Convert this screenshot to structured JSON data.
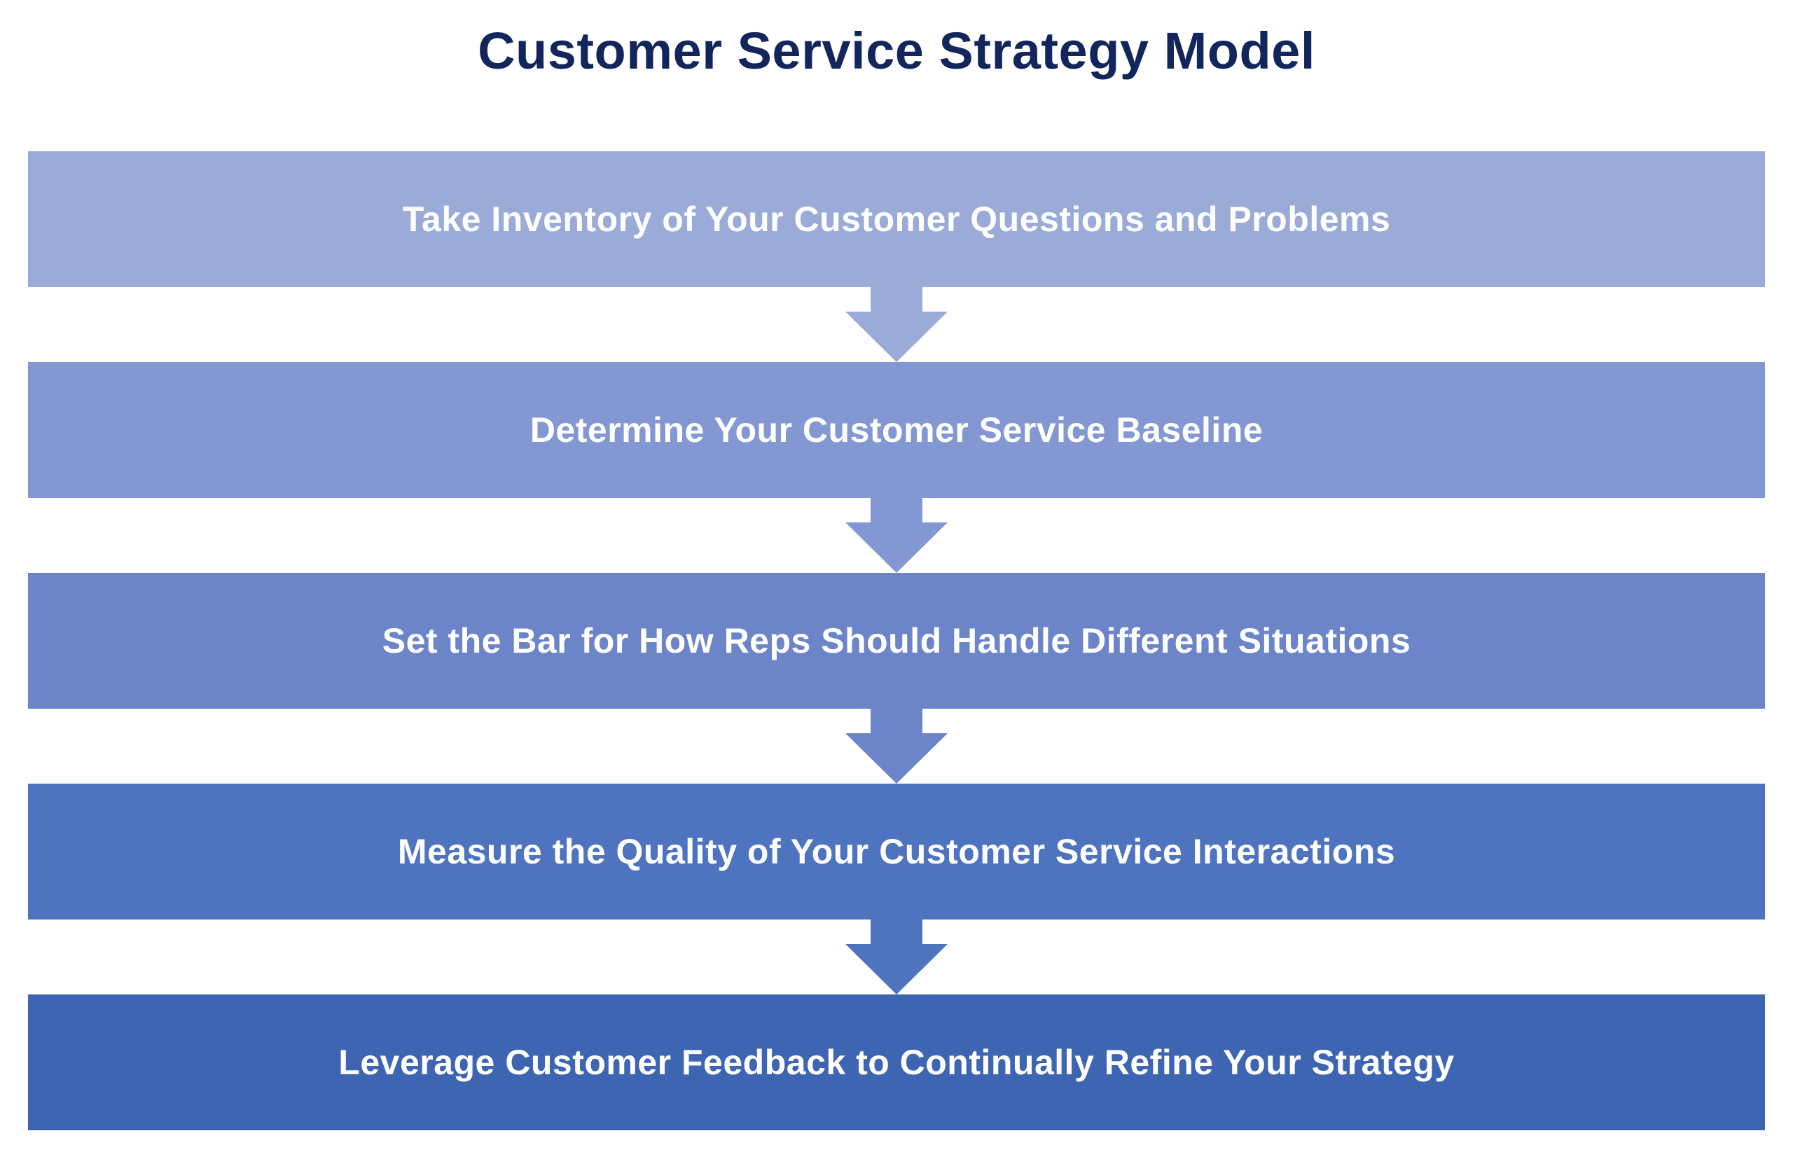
{
  "title": {
    "text": "Customer Service Strategy Model",
    "color": "#13265B"
  },
  "colors": {
    "background": "#FFFFFF",
    "step_text": "#FFFFFF"
  },
  "steps": [
    {
      "label": "Take Inventory of Your Customer Questions and Problems",
      "color": "#9BABD7"
    },
    {
      "label": "Determine Your Customer Service Baseline",
      "color": "#8398D2"
    },
    {
      "label": "Set the Bar for How Reps Should Handle Different Situations",
      "color": "#6B85C8"
    },
    {
      "label": "Measure the Quality of Your Customer Service Interactions",
      "color": "#4E73BF"
    },
    {
      "label": "Leverage Customer Feedback to Continually Refine Your Strategy",
      "color": "#3D65B2"
    }
  ],
  "arrows": [
    {
      "direction": "down",
      "color": "#9BABD7"
    },
    {
      "direction": "down",
      "color": "#8398D2"
    },
    {
      "direction": "down",
      "color": "#6B85C8"
    },
    {
      "direction": "down",
      "color": "#4E73BF"
    }
  ]
}
